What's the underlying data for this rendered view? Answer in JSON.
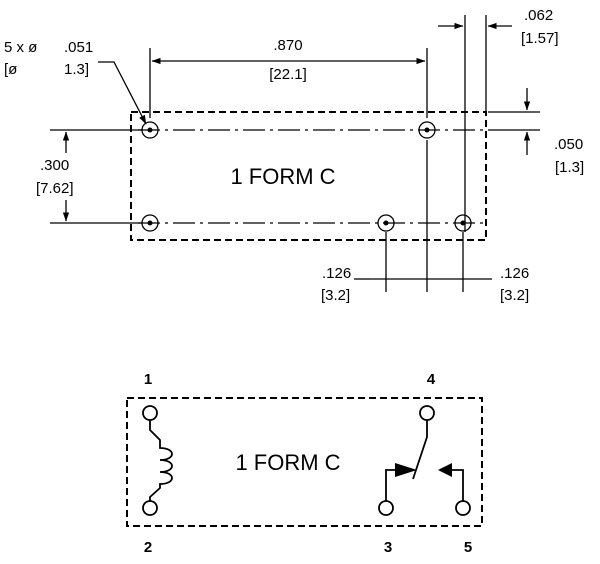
{
  "footprint": {
    "hole_spec": [
      "5 x ø",
      ".051",
      "[ø",
      "1.3]"
    ],
    "width": [
      ".870",
      "[22.1]"
    ],
    "edge_spacing": [
      ".062",
      "[1.57]"
    ],
    "height": [
      ".300",
      "[7.62]"
    ],
    "edge_offset": [
      ".050",
      "[1.3]"
    ],
    "label": "1 FORM C",
    "pitch_left": [
      ".126",
      "[3.2]"
    ],
    "pitch_right": [
      ".126",
      "[3.2]"
    ]
  },
  "schematic": {
    "label": "1 FORM C",
    "pins": [
      "1",
      "2",
      "3",
      "4",
      "5"
    ]
  }
}
